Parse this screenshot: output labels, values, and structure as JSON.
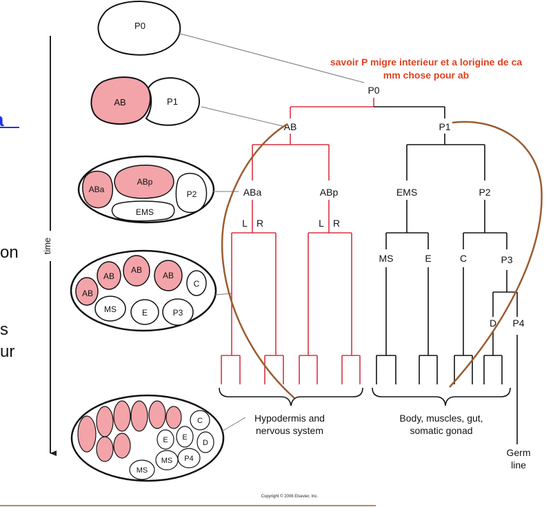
{
  "annotation": {
    "line1": "savoir P migre interieur et a lorigine de ca",
    "line2": "mm chose pour ab",
    "color": "#e0401f"
  },
  "left_cutoff": {
    "link_fragment": "à",
    "fragment_on": "on",
    "fragment_s": "s",
    "fragment_ur": "ur",
    "link_color": "#1f33e8"
  },
  "axis": {
    "label": "time"
  },
  "embryos": {
    "stage0": {
      "cells": [
        "P0"
      ]
    },
    "stage1": {
      "cells": [
        "AB",
        "P1"
      ]
    },
    "stage2": {
      "cells": [
        "ABa",
        "ABp",
        "P2",
        "EMS"
      ]
    },
    "stage3": {
      "cells": [
        "AB",
        "AB",
        "AB",
        "AB",
        "C",
        "MS",
        "E",
        "P3"
      ]
    },
    "stage4": {
      "cells": [
        "C",
        "E",
        "E",
        "D",
        "MS",
        "MS",
        "P4"
      ]
    }
  },
  "tree": {
    "root": "P0",
    "ab": "AB",
    "p1": "P1",
    "aba": "ABa",
    "abp": "ABp",
    "ems": "EMS",
    "p2": "P2",
    "l1": "L",
    "r1": "R",
    "l2": "L",
    "r2": "R",
    "ms": "MS",
    "e": "E",
    "c": "C",
    "p3": "P3",
    "d": "D",
    "p4": "P4"
  },
  "fates": {
    "hypodermis_line1": "Hypodermis and",
    "hypodermis_line2": "nervous system",
    "body_line1": "Body, muscles, gut,",
    "body_line2": "somatic gonad",
    "germ_line1": "Germ",
    "germ_line2": "line"
  },
  "copyright": "Copyright © 2006 Elsevier, Inc.",
  "colors": {
    "ab_lineage": "#d9313f",
    "ab_cell_fill": "#f2a4a9",
    "arc": "#9b5a2e",
    "rule": "#b58a5a"
  }
}
